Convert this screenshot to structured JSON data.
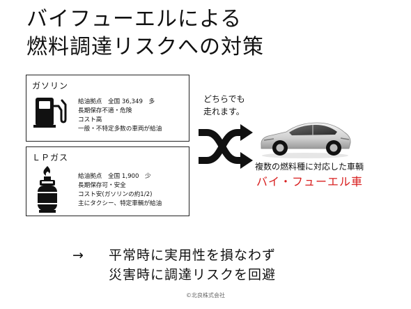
{
  "title": {
    "line1": "バイフューエルによる",
    "line2": "燃料調達リスクへの対策"
  },
  "fuels": [
    {
      "label": "ガソリン",
      "icon": "gas-pump-icon",
      "lines": [
        "給油拠点　全国 36,349　多",
        "長期保存不適・危険",
        "コスト高",
        "一般・不特定多数の車両が給油"
      ]
    },
    {
      "label": "ＬＰガス",
      "icon": "gas-cylinder-icon",
      "lines": [
        "給油拠点　全国 1,900　少",
        "長期保存可・安全",
        "コスト安(ガソリンの約1/2)",
        "主にタクシー、特定車輌が給油"
      ]
    }
  ],
  "both_note": {
    "line1": "どちらでも",
    "line2": "走れます。"
  },
  "vehicle": {
    "caption": "複数の燃料種に対応した車輌",
    "name": "バイ・フューエル車",
    "icon": "car-icon"
  },
  "conclusion": {
    "arrow": "→",
    "line1": "平常時に実用性を損なわず",
    "line2": "災害時に調達リスクを回避"
  },
  "copyright": "©北良株式会社",
  "colors": {
    "accent": "#d81e1e",
    "text": "#111111",
    "border": "#222222"
  }
}
